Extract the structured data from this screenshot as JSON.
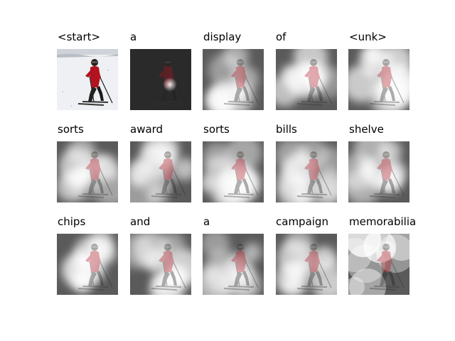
{
  "image": {
    "description_hidden": false
  },
  "tiles": [
    {
      "word": "<start>",
      "kind": "original"
    },
    {
      "word": "a",
      "kind": "dark"
    },
    {
      "word": "display",
      "kind": "heat"
    },
    {
      "word": "of",
      "kind": "heat"
    },
    {
      "word": "<unk>",
      "kind": "heat"
    },
    {
      "word": "sorts",
      "kind": "heat"
    },
    {
      "word": "award",
      "kind": "heat"
    },
    {
      "word": "sorts",
      "kind": "heat"
    },
    {
      "word": "bills",
      "kind": "heat"
    },
    {
      "word": "shelve",
      "kind": "heat"
    },
    {
      "word": "chips",
      "kind": "heat"
    },
    {
      "word": "and",
      "kind": "heat"
    },
    {
      "word": "a",
      "kind": "heat"
    },
    {
      "word": "campaign",
      "kind": "heat"
    },
    {
      "word": "memorabilia",
      "kind": "heat"
    }
  ],
  "colors": {
    "jacket": "#b3121f",
    "snow": "#eef0f3",
    "dark_bg": "#2a2a2a"
  }
}
